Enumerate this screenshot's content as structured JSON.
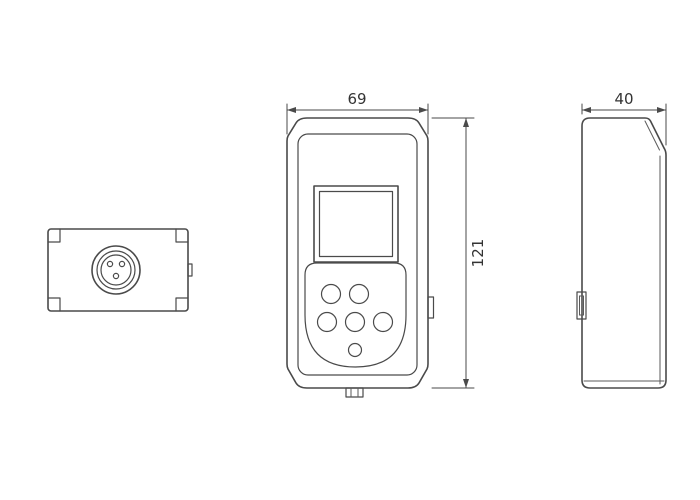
{
  "diagram": {
    "line_color": "#4a4a4a",
    "background": "#ffffff",
    "dimensions": {
      "front_width": "69",
      "front_height": "121",
      "side_depth": "40"
    }
  }
}
